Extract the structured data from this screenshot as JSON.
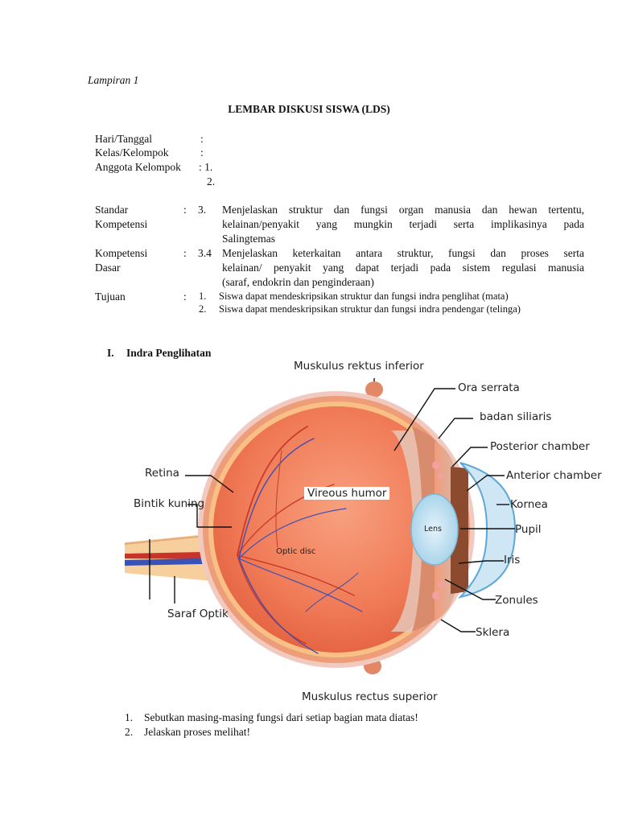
{
  "lampiran": "Lampiran 1",
  "title": "LEMBAR DISKUSI SISWA (LDS)",
  "identity": [
    {
      "label": "Hari/Tanggal",
      "sep": ":",
      "value": ""
    },
    {
      "label": "Kelas/Kelompok",
      "sep": ":",
      "value": ""
    },
    {
      "label": "Anggota Kelompok",
      "sep": ": 1.",
      "value": ""
    },
    {
      "label": "",
      "sep": "2.",
      "value": ""
    }
  ],
  "standar": {
    "label1": "Standar",
    "label2": "Kompetensi",
    "colon": ":",
    "num": "3.",
    "line1": "Menjelaskan struktur dan fungsi organ manusia  dan hewan tertentu,",
    "line2": "kelainan/penyakit yang mungkin terjadi   serta implikasinya pada",
    "line3": "Salingtemas"
  },
  "kompetensi_dasar": {
    "label1": "Kompetensi",
    "label2": "Dasar",
    "colon": ":",
    "num": "3.4",
    "line1": "Menjelaskan keterkaitan antara struktur, fungsi dan proses serta",
    "line2": "kelainan/ penyakit yang dapat terjadi pada sistem   regulasi manusia",
    "line3": "(saraf, endokrin dan penginderaan)"
  },
  "tujuan": {
    "label": "Tujuan",
    "colon": ":",
    "items": [
      {
        "num": "1.",
        "text": "Siswa dapat mendeskripsikan struktur dan fungsi indra penglihat (mata)"
      },
      {
        "num": "2.",
        "text": "Siswa dapat mendeskripsikan struktur dan fungsi indra pendengar (telinga)"
      }
    ]
  },
  "section": {
    "num": "I.",
    "title": "Indra Penglihatan"
  },
  "diagram_labels": {
    "muskulus_inferior": "Muskulus rektus inferior",
    "ora_serrata": "Ora serrata",
    "badan_siliaris": "badan siliaris",
    "posterior_chamber": "Posterior chamber",
    "anterior_chamber": "Anterior chamber",
    "kornea": "Kornea",
    "pupil": "Pupil",
    "iris": "Iris",
    "zonules": "Zonules",
    "sklera": "Sklera",
    "retina": "Retina",
    "bintik_kuning": "Bintik kuning",
    "saraf_optik": "Saraf Optik",
    "vireous_humor": "Vireous humor",
    "optic_disc": "Optic disc",
    "lens": "Lens",
    "muskulus_superior": "Muskulus rectus superior"
  },
  "questions": [
    {
      "num": "1.",
      "text": "Sebutkan masing-masing fungsi dari setiap bagian mata diatas!"
    },
    {
      "num": "2.",
      "text": "Jelaskan proses melihat!"
    }
  ]
}
